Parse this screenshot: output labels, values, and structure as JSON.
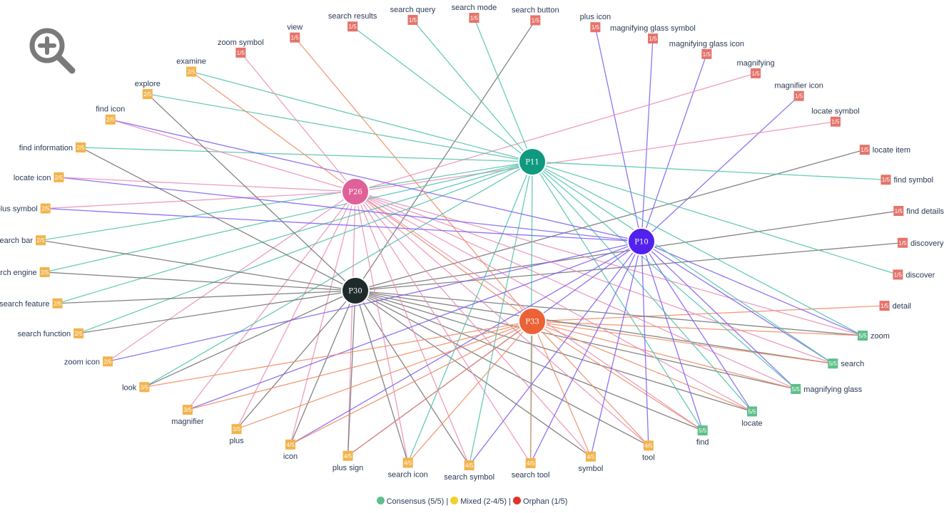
{
  "colors": {
    "consensus": "#5dbf8a",
    "mixed": "#f2b34b",
    "orphan": "#e5736a",
    "hubs": {
      "P10": "#5221ee",
      "P11": "#0f9a80",
      "P26": "#e0609a",
      "P30": "#1f2b2b",
      "P33": "#ec6236"
    },
    "edges": {
      "P10": "#7b5cf0",
      "P11": "#4ec2aa",
      "P26": "#ea8cb6",
      "P30": "#6e6e6e",
      "P33": "#ee8a62"
    }
  },
  "icons": {
    "zoom": "magnifying-glass-plus-icon"
  },
  "hubs": [
    {
      "id": "P10",
      "label": "P10"
    },
    {
      "id": "P11",
      "label": "P11"
    },
    {
      "id": "P26",
      "label": "P26"
    },
    {
      "id": "P30",
      "label": "P30"
    },
    {
      "id": "P33",
      "label": "P33"
    }
  ],
  "terms": [
    {
      "label": "search button",
      "count": "1/5",
      "status": "orphan",
      "hubs": [
        "P30"
      ]
    },
    {
      "label": "plus icon",
      "count": "1/5",
      "status": "orphan",
      "hubs": [
        "P10"
      ]
    },
    {
      "label": "magnifying glass symbol",
      "count": "1/5",
      "status": "orphan",
      "hubs": [
        "P10"
      ]
    },
    {
      "label": "magnifying glass icon",
      "count": "1/5",
      "status": "orphan",
      "hubs": [
        "P10"
      ]
    },
    {
      "label": "magnifying",
      "count": "1/5",
      "status": "orphan",
      "hubs": [
        "P26"
      ]
    },
    {
      "label": "magnifier icon",
      "count": "1/5",
      "status": "orphan",
      "hubs": [
        "P10"
      ]
    },
    {
      "label": "locate symbol",
      "count": "1/5",
      "status": "orphan",
      "hubs": [
        "P26"
      ]
    },
    {
      "label": "locate item",
      "count": "1/5",
      "status": "orphan",
      "hubs": [
        "P30"
      ]
    },
    {
      "label": "find symbol",
      "count": "1/5",
      "status": "orphan",
      "hubs": [
        "P11"
      ]
    },
    {
      "label": "find details",
      "count": "1/5",
      "status": "orphan",
      "hubs": [
        "P30"
      ]
    },
    {
      "label": "discovery",
      "count": "1/5",
      "status": "orphan",
      "hubs": [
        "P30"
      ]
    },
    {
      "label": "discover",
      "count": "1/5",
      "status": "orphan",
      "hubs": [
        "P11"
      ]
    },
    {
      "label": "detail",
      "count": "1/5",
      "status": "orphan",
      "hubs": [
        "P33"
      ]
    },
    {
      "label": "zoom",
      "count": "5/5",
      "status": "consensus",
      "hubs": [
        "P10",
        "P11",
        "P26",
        "P30",
        "P33"
      ]
    },
    {
      "label": "search",
      "count": "5/5",
      "status": "consensus",
      "hubs": [
        "P10",
        "P11",
        "P26",
        "P30",
        "P33"
      ]
    },
    {
      "label": "magnifying glass",
      "count": "5/5",
      "status": "consensus",
      "hubs": [
        "P10",
        "P11",
        "P26",
        "P30",
        "P33"
      ]
    },
    {
      "label": "locate",
      "count": "5/5",
      "status": "consensus",
      "hubs": [
        "P10",
        "P11",
        "P26",
        "P30",
        "P33"
      ]
    },
    {
      "label": "find",
      "count": "5/5",
      "status": "consensus",
      "hubs": [
        "P10",
        "P11",
        "P26",
        "P30",
        "P33"
      ]
    },
    {
      "label": "tool",
      "count": "4/5",
      "status": "mixed",
      "hubs": [
        "P10",
        "P26",
        "P30",
        "P33"
      ]
    },
    {
      "label": "symbol",
      "count": "4/5",
      "status": "mixed",
      "hubs": [
        "P10",
        "P26",
        "P30",
        "P33"
      ]
    },
    {
      "label": "search tool",
      "count": "4/5",
      "status": "mixed",
      "hubs": [
        "P10",
        "P11",
        "P26",
        "P33"
      ]
    },
    {
      "label": "search symbol",
      "count": "4/5",
      "status": "mixed",
      "hubs": [
        "P10",
        "P11",
        "P26",
        "P30"
      ]
    },
    {
      "label": "search icon",
      "count": "4/5",
      "status": "mixed",
      "hubs": [
        "P11",
        "P26",
        "P30",
        "P33"
      ]
    },
    {
      "label": "plus sign",
      "count": "4/5",
      "status": "mixed",
      "hubs": [
        "P10",
        "P26",
        "P30",
        "P33"
      ]
    },
    {
      "label": "icon",
      "count": "4/5",
      "status": "mixed",
      "hubs": [
        "P10",
        "P26",
        "P30",
        "P33"
      ]
    },
    {
      "label": "plus",
      "count": "3/5",
      "status": "mixed",
      "hubs": [
        "P26",
        "P30",
        "P33"
      ]
    },
    {
      "label": "magnifier",
      "count": "3/5",
      "status": "mixed",
      "hubs": [
        "P10",
        "P26",
        "P33"
      ]
    },
    {
      "label": "look",
      "count": "3/5",
      "status": "mixed",
      "hubs": [
        "P11",
        "P30",
        "P33"
      ]
    },
    {
      "label": "zoom icon",
      "count": "2/5",
      "status": "mixed",
      "hubs": [
        "P10",
        "P26"
      ]
    },
    {
      "label": "search function",
      "count": "2/5",
      "status": "mixed",
      "hubs": [
        "P11",
        "P30"
      ]
    },
    {
      "label": "search feature",
      "count": "2/5",
      "status": "mixed",
      "hubs": [
        "P11",
        "P30"
      ]
    },
    {
      "label": "search engine",
      "count": "2/5",
      "status": "mixed",
      "hubs": [
        "P11",
        "P30"
      ]
    },
    {
      "label": "search bar",
      "count": "2/5",
      "status": "mixed",
      "hubs": [
        "P11",
        "P30"
      ]
    },
    {
      "label": "plus symbol",
      "count": "2/5",
      "status": "mixed",
      "hubs": [
        "P10",
        "P26"
      ]
    },
    {
      "label": "locate icon",
      "count": "2/5",
      "status": "mixed",
      "hubs": [
        "P10",
        "P26"
      ]
    },
    {
      "label": "find information",
      "count": "2/5",
      "status": "mixed",
      "hubs": [
        "P11",
        "P30"
      ]
    },
    {
      "label": "find icon",
      "count": "2/5",
      "status": "mixed",
      "hubs": [
        "P10",
        "P26"
      ]
    },
    {
      "label": "explore",
      "count": "2/5",
      "status": "mixed",
      "hubs": [
        "P11",
        "P30"
      ]
    },
    {
      "label": "examine",
      "count": "2/5",
      "status": "mixed",
      "hubs": [
        "P11",
        "P33"
      ]
    },
    {
      "label": "zoom symbol",
      "count": "1/5",
      "status": "orphan",
      "hubs": [
        "P26"
      ]
    },
    {
      "label": "view",
      "count": "1/5",
      "status": "orphan",
      "hubs": [
        "P33"
      ]
    },
    {
      "label": "search results",
      "count": "1/5",
      "status": "orphan",
      "hubs": [
        "P11"
      ]
    },
    {
      "label": "search query",
      "count": "1/5",
      "status": "orphan",
      "hubs": [
        "P11"
      ]
    },
    {
      "label": "search mode",
      "count": "1/5",
      "status": "orphan",
      "hubs": [
        "P11"
      ]
    }
  ],
  "legend": {
    "consensus": "Consensus (5/5)",
    "mixed": "Mixed (2-4/5)",
    "orphan": "Orphan (1/5)",
    "separator": "|"
  }
}
